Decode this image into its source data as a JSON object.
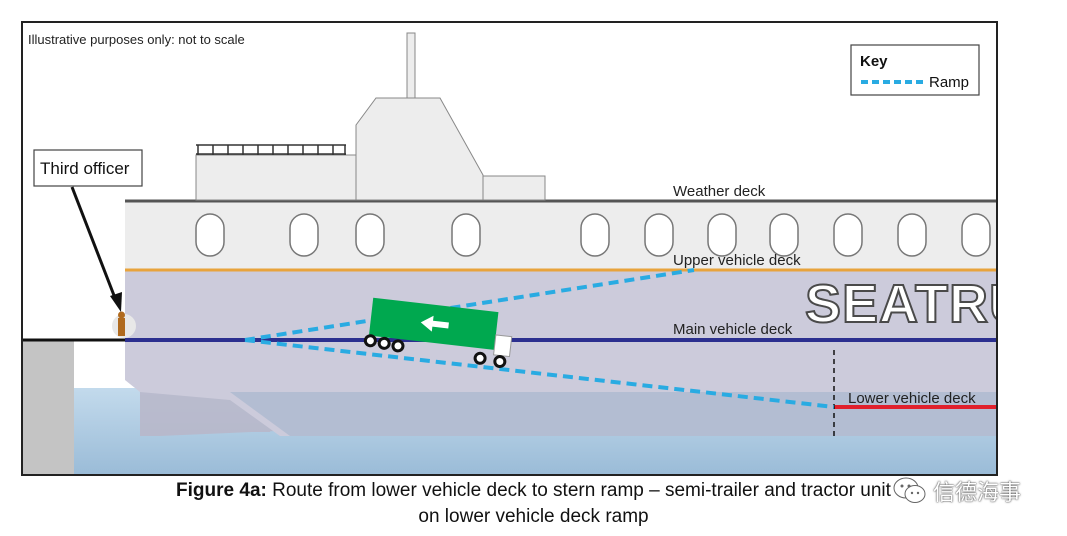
{
  "note": "Illustrative purposes only: not to scale",
  "key": {
    "title": "Key",
    "ramp_label": "Ramp",
    "ramp_color": "#29abe2"
  },
  "callout": {
    "third_officer": "Third officer"
  },
  "decks": {
    "weather": "Weather deck",
    "upper": "Upper vehicle deck",
    "main": "Main vehicle deck",
    "lower": "Lower vehicle deck"
  },
  "hull_text": "SEATRU",
  "colors": {
    "superstructure": "#ededed",
    "hull": "#cccbdb",
    "upper_deck_line": "#e8a33c",
    "main_deck_line": "#2b2f8f",
    "lower_deck_line": "#e0202c",
    "trailer": "#00a84f",
    "water": "#a9c8df",
    "quay": "#c4c4c4"
  },
  "caption": {
    "figure_label": "Figure 4a:",
    "line1": " Route from lower vehicle deck to stern ramp – semi-trailer and tractor unit",
    "line2": "on lower vehicle deck ramp"
  },
  "watermark": {
    "text": "信德海事",
    "icon": "wechat-icon"
  }
}
